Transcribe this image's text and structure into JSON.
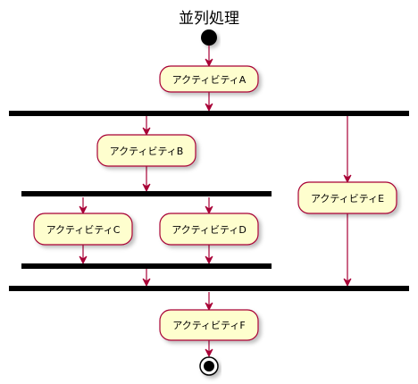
{
  "diagram": {
    "title": "並列処理",
    "activities": {
      "a": "アクティビティA",
      "b": "アクティビティB",
      "c": "アクティビティC",
      "d": "アクティビティD",
      "e": "アクティビティE",
      "f": "アクティビティF"
    },
    "colors": {
      "activity_fill": "#FEFECE",
      "activity_border": "#A80036",
      "arrow": "#A80036",
      "bar": "#000000",
      "node": "#000000"
    }
  }
}
